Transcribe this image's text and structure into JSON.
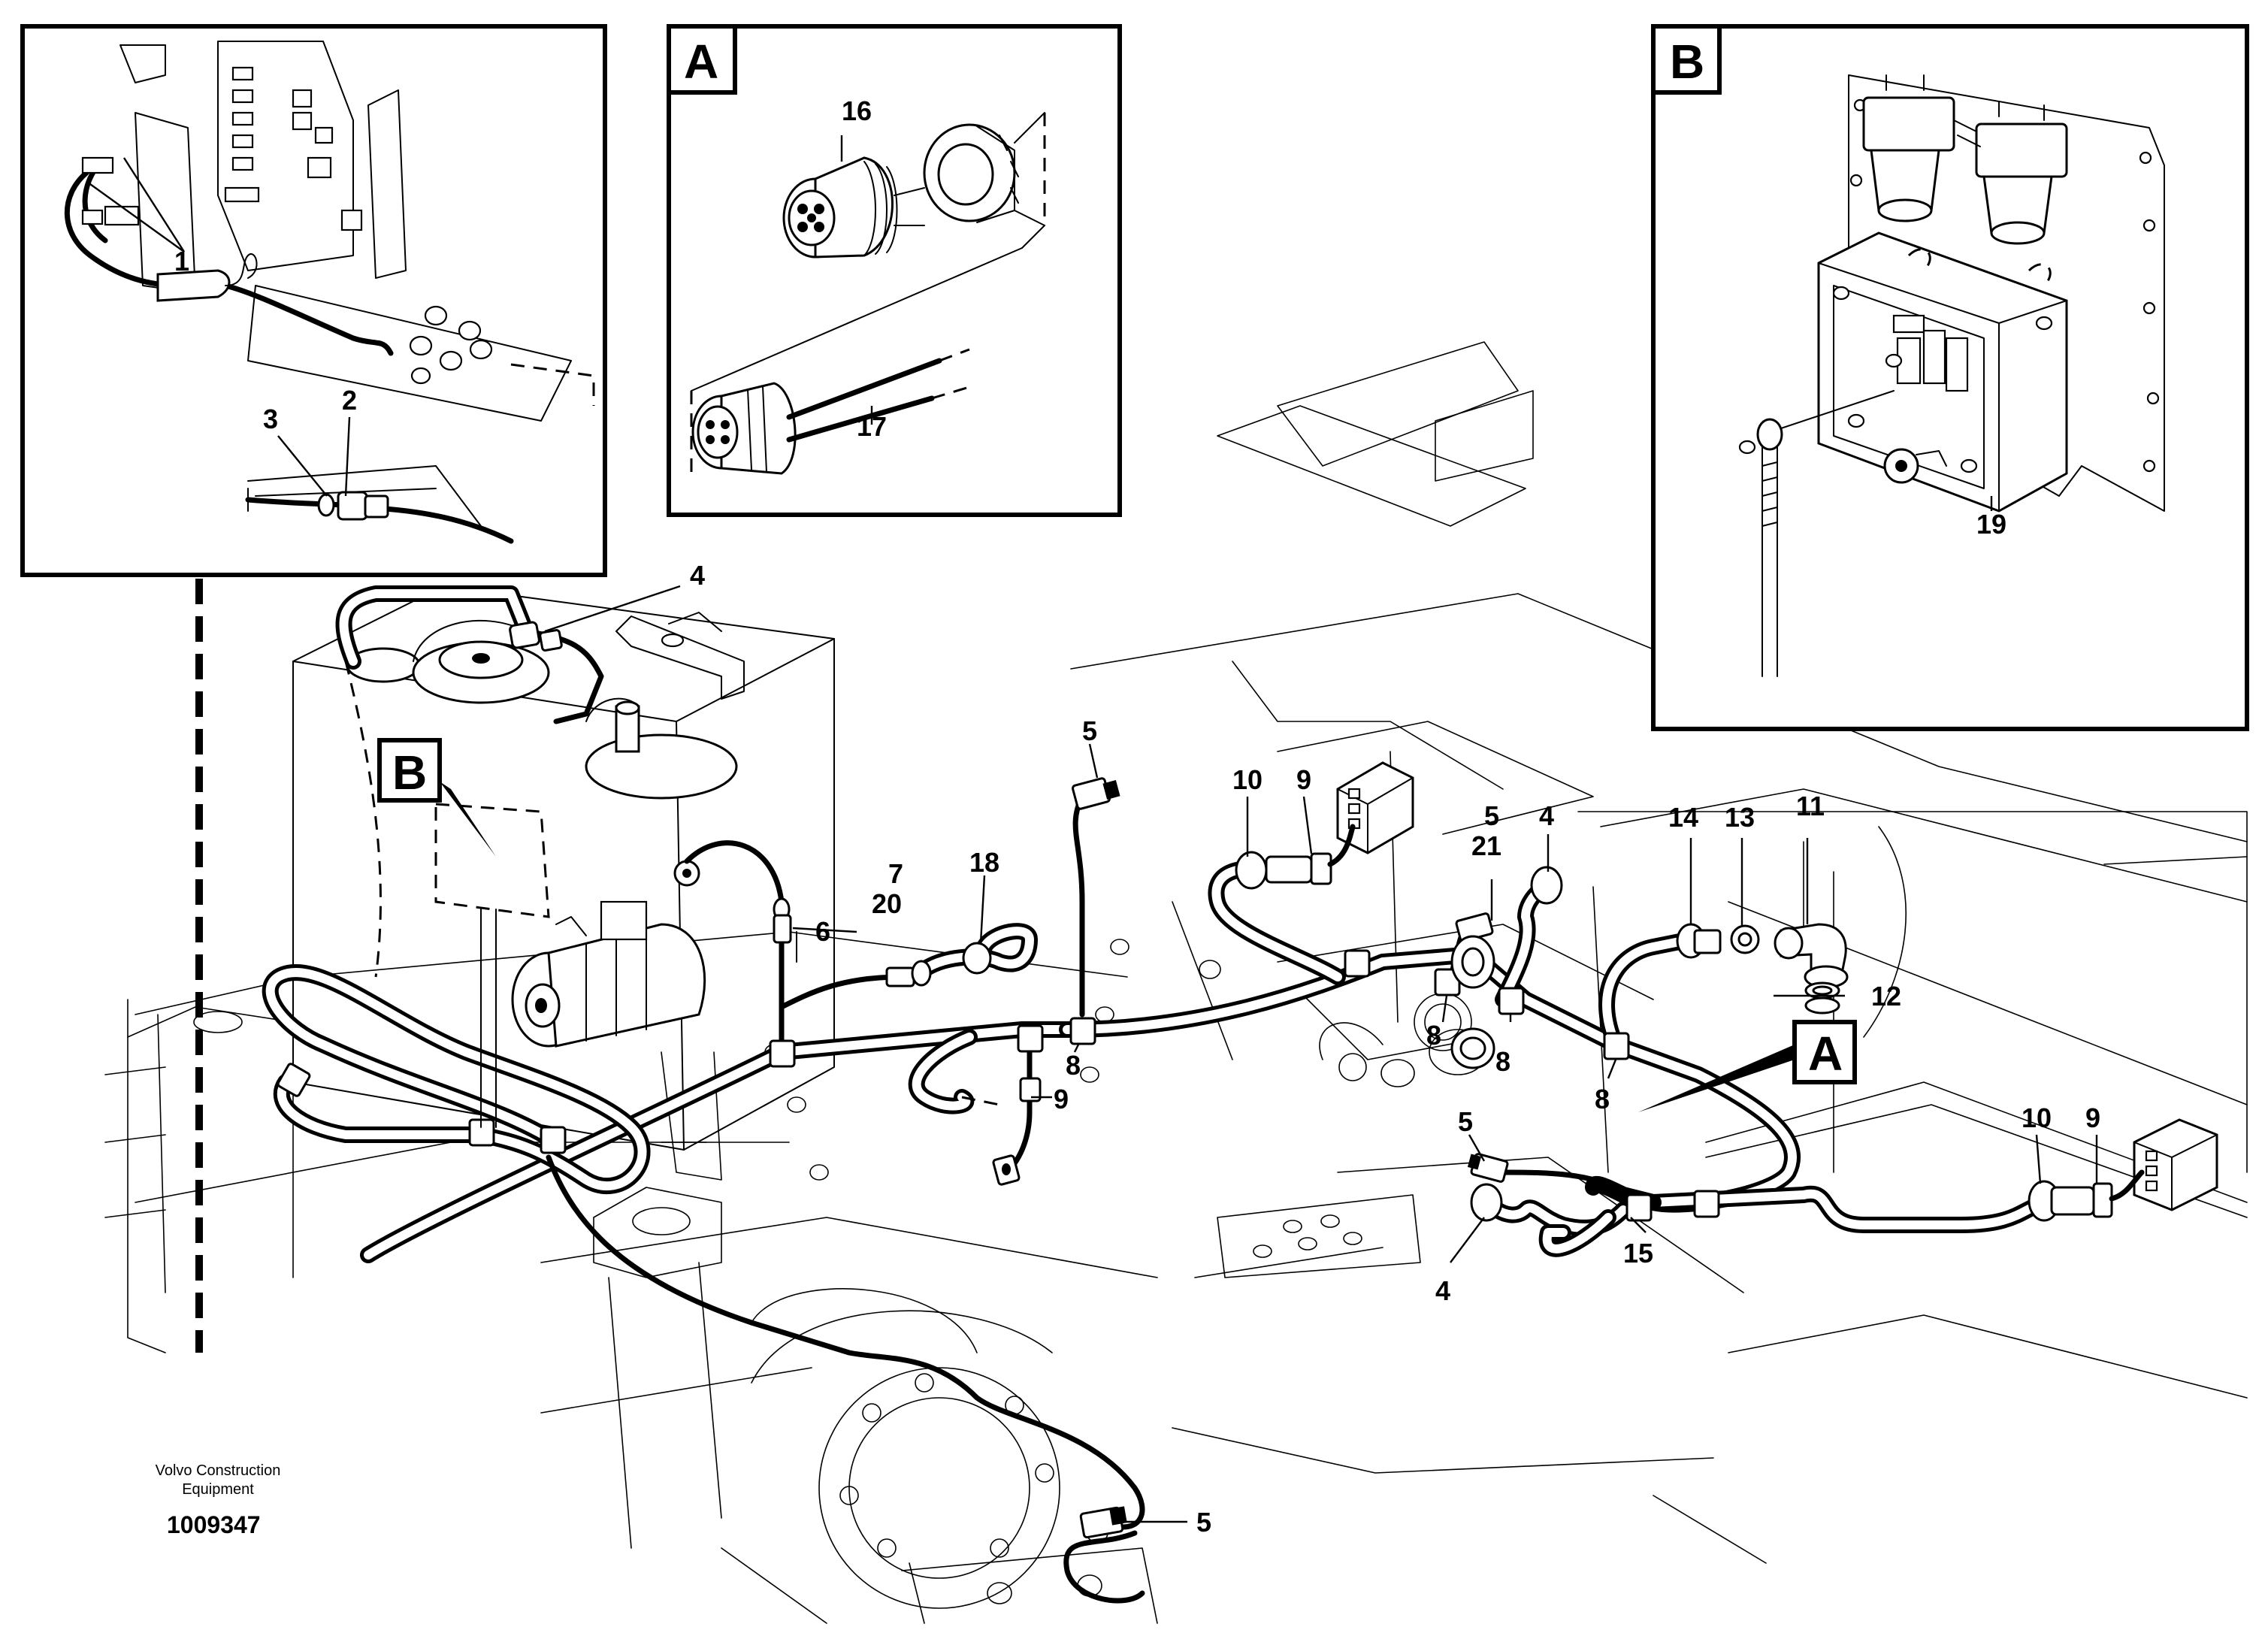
{
  "callouts": {
    "c1": "1",
    "c2": "2",
    "c3": "3",
    "c4": "4",
    "c5": "5",
    "c6": "6",
    "c7": "7",
    "c8": "8",
    "c9": "9",
    "c10": "10",
    "c11": "11",
    "c12": "12",
    "c13": "13",
    "c14": "14",
    "c15": "15",
    "c16": "16",
    "c17": "17",
    "c18": "18",
    "c19": "19",
    "c20": "20",
    "c21": "21"
  },
  "detail_views": {
    "a": "A",
    "b": "B"
  },
  "footer": {
    "company_line1": "Volvo Construction",
    "company_line2": "Equipment",
    "ref_number": "1009347"
  }
}
